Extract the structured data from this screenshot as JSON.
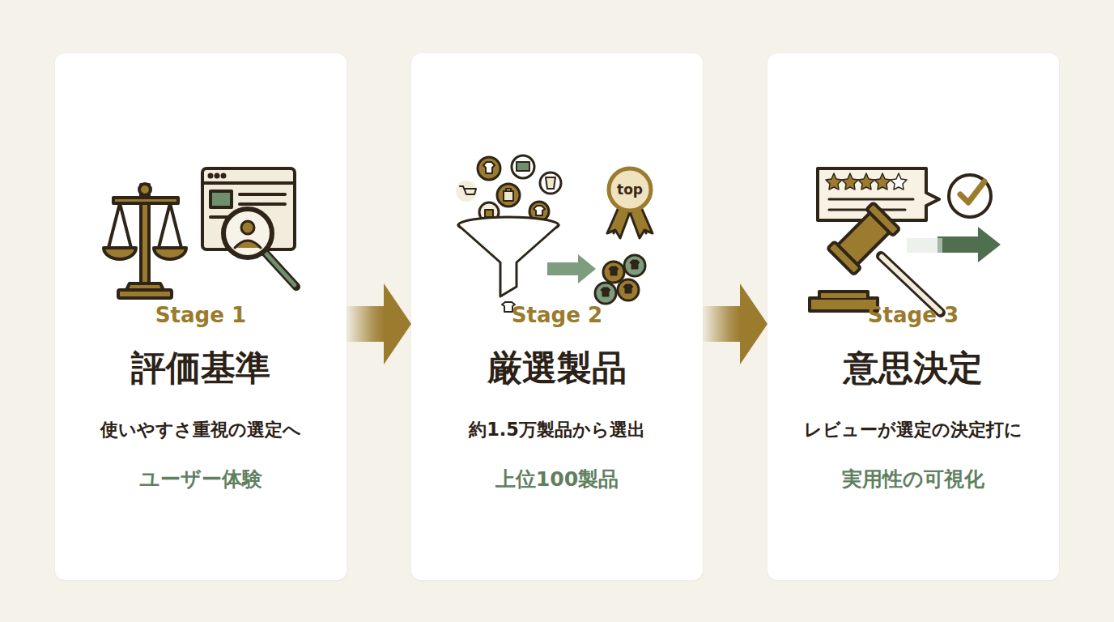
{
  "diagram": {
    "nodes": [
      {
        "text": [
          "Stage 1",
          "評価基準",
          "使いやすさ重視の選定へ",
          "ユーザー体験"
        ]
      },
      {
        "text": [
          "Stage 2",
          "厳選製品",
          "約1.5万製品から選出",
          "上位100製品"
        ]
      },
      {
        "text": [
          "Stage 3",
          "意思決定",
          "レビューが選定の決定打に",
          "実用性の可視化"
        ]
      }
    ],
    "edges": [
      {
        "from": 0,
        "to": 1,
        "arrow": "to"
      },
      {
        "from": 1,
        "to": 2,
        "arrow": "to"
      }
    ],
    "labels": [
      "top"
    ]
  }
}
